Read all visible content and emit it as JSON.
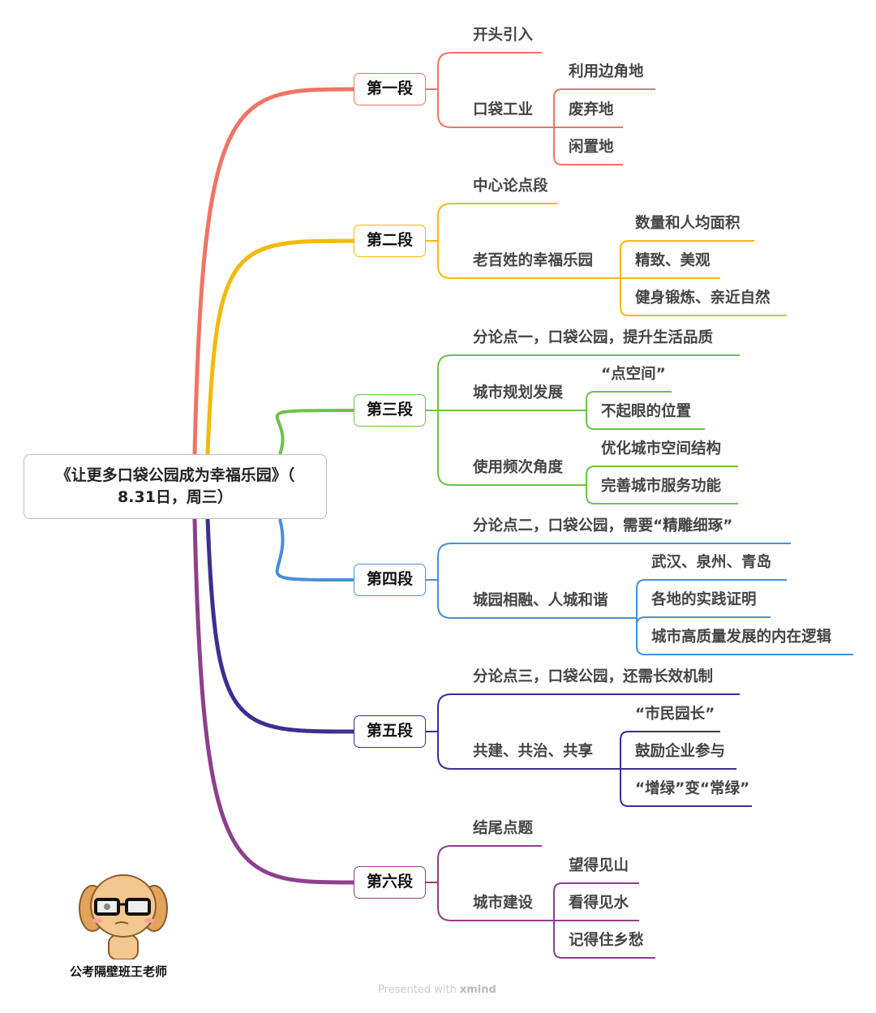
{
  "root": {
    "line1": "《让更多口袋公园成为幸福乐园》（",
    "line2": "8.31日，周三）"
  },
  "branches": [
    {
      "label": "第一段",
      "color": "#f07464",
      "children": [
        {
          "label": "开头引入",
          "children": []
        },
        {
          "label": "口袋工业",
          "children": [
            "利用边角地",
            "废弃地",
            "闲置地"
          ]
        }
      ]
    },
    {
      "label": "第二段",
      "color": "#f5b90a",
      "children": [
        {
          "label": "中心论点段",
          "children": []
        },
        {
          "label": "老百姓的幸福乐园",
          "children": [
            "数量和人均面积",
            "精致、美观",
            "健身锻炼、亲近自然"
          ]
        }
      ]
    },
    {
      "label": "第三段",
      "color": "#6cc24a",
      "children": [
        {
          "label": "分论点一，口袋公园，提升生活品质",
          "children": []
        },
        {
          "label": "城市规划发展",
          "children": [
            "“点空间”",
            "不起眼的位置"
          ]
        },
        {
          "label": "使用频次角度",
          "children": [
            "优化城市空间结构",
            "完善城市服务功能"
          ]
        }
      ]
    },
    {
      "label": "第四段",
      "color": "#4a8fd8",
      "children": [
        {
          "label": "分论点二，口袋公园，需要“精雕细琢”",
          "children": []
        },
        {
          "label": "城园相融、人城和谐",
          "children": [
            "武汉、泉州、青岛",
            "各地的实践证明",
            "城市高质量发展的内在逻辑"
          ]
        }
      ]
    },
    {
      "label": "第五段",
      "color": "#3b2f8f",
      "children": [
        {
          "label": "分论点三，口袋公园，还需长效机制",
          "children": []
        },
        {
          "label": "共建、共治、共享",
          "children": [
            "“市民园长”",
            "鼓励企业参与",
            "“增绿”变“常绿”"
          ]
        }
      ]
    },
    {
      "label": "第六段",
      "color": "#8e3f8c",
      "children": [
        {
          "label": "结尾点题",
          "children": []
        },
        {
          "label": "城市建设",
          "children": [
            "望得见山",
            "看得见水",
            "记得住乡愁"
          ]
        }
      ]
    }
  ],
  "author": "公考隔壁班王老师",
  "credit": {
    "prefix": "Presented with ",
    "brand": "xmind"
  }
}
